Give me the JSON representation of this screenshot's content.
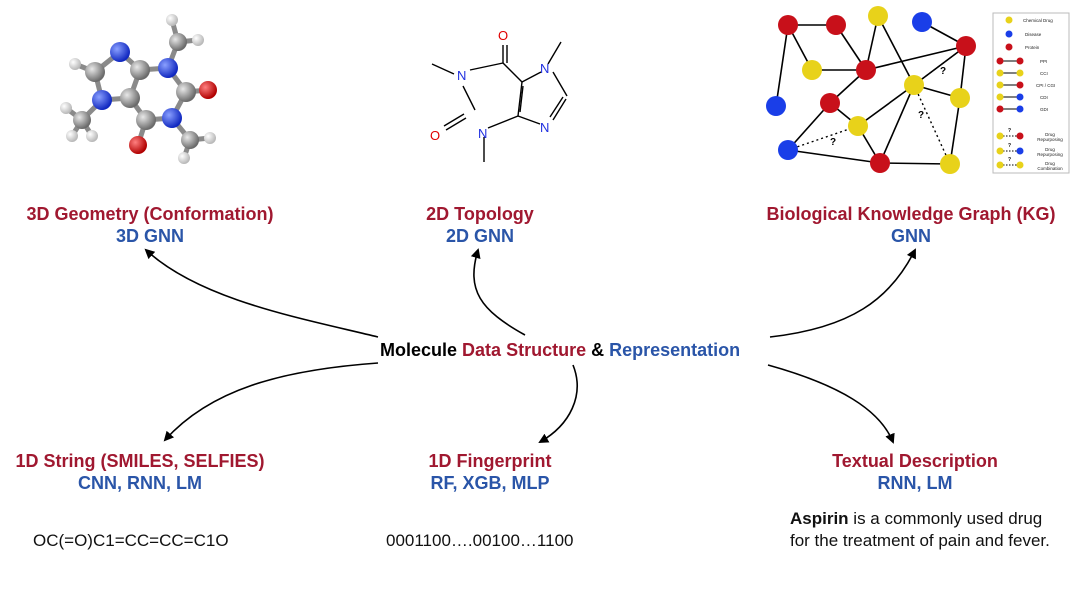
{
  "center": {
    "part1": "Molecule",
    "part2": "Data Structure",
    "part3": "&",
    "part4": "Representation"
  },
  "branches": {
    "geo3d": {
      "title": "3D Geometry (Conformation)",
      "model": "3D GNN"
    },
    "topo2d": {
      "title": "2D Topology",
      "model": "2D GNN"
    },
    "kg": {
      "title": "Biological Knowledge Graph (KG)",
      "model": "GNN"
    },
    "string1d": {
      "title": "1D String (SMILES, SELFIES)",
      "model": "CNN, RNN, LM",
      "example": "OC(=O)C1=CC=CC=C1O"
    },
    "fp1d": {
      "title": "1D Fingerprint",
      "model": "RF, XGB, MLP",
      "example": "0001100….00100…1100"
    },
    "text": {
      "title": "Textual Description",
      "model": "RNN, LM",
      "example_bold": "Aspirin",
      "example_rest": " is a commonly used drug for the treatment of pain and fever."
    }
  },
  "molecule2d": {
    "atoms": [
      "O",
      "N",
      "N",
      "O",
      "N",
      "N"
    ]
  },
  "kg_graph": {
    "question_marks": [
      "?",
      "?",
      "?"
    ]
  },
  "legend": {
    "items": [
      "Chemical Drug",
      "Disease",
      "Protein",
      "PPI",
      "CCI",
      "CPI / CGI",
      "CDI",
      "GDI",
      "Drug Repurposing",
      "Drug Repurposing",
      "Drug Combination"
    ],
    "question": "?"
  },
  "colors": {
    "red_text": "#a01830",
    "blue_text": "#2a55a8",
    "drug": "#e8d21a",
    "disease": "#1a3ee8",
    "protein": "#c8101a"
  }
}
